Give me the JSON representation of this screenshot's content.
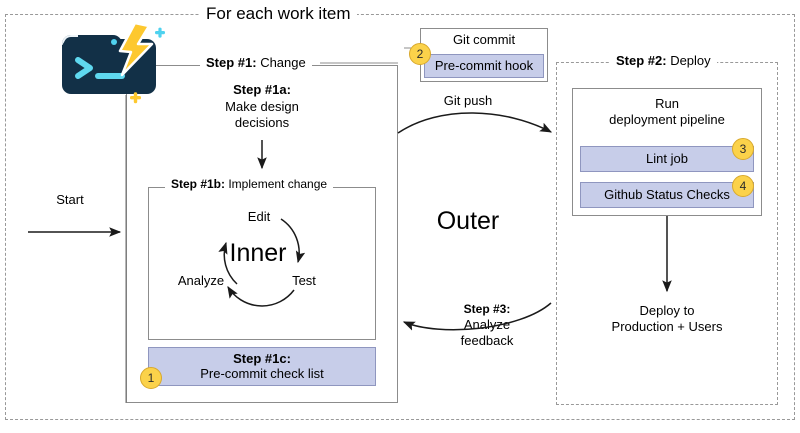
{
  "diagram": {
    "title": "For each work item",
    "outer_label": "Outer",
    "inner_label": "Inner",
    "start_label": "Start",
    "colors": {
      "lavender_fill": "#c7cde9",
      "lavender_border": "#8f96bf",
      "badge_fill": "#fbd24a",
      "badge_border": "#d9a92c",
      "terminal_body": "#123047",
      "terminal_prompt": "#5fd8ef",
      "bolt_yellow": "#fdc82f",
      "dashed_border": "#999999",
      "solid_border": "#8c8c8c",
      "text": "#000000"
    }
  },
  "icons": {
    "terminal": "terminal-icon",
    "lightning": "lightning-bolt-icon",
    "sparkle_cyan": "cyan-plus-sparkle-icon",
    "sparkle_yellow": "yellow-plus-sparkle-icon",
    "dot_cyan": "cyan-dot-icon"
  },
  "step1": {
    "label_bold": "Step #1:",
    "label_rest": " Change",
    "step1a": {
      "bold": "Step #1a:",
      "line1": "Make design",
      "line2": "decisions"
    },
    "step1b": {
      "bold": "Step #1b:",
      "rest": " Implement change",
      "cycle": {
        "edit": "Edit",
        "test": "Test",
        "analyze": "Analyze",
        "center": "Inner"
      }
    },
    "step1c": {
      "bold": "Step #1c:",
      "line2": "Pre-commit check list",
      "badge": "1"
    }
  },
  "git_commit": {
    "title": "Git commit",
    "hook_label": "Pre-commit hook",
    "badge": "2"
  },
  "git_push": {
    "label": "Git push"
  },
  "step2": {
    "label_bold": "Step #2:",
    "label_rest": " Deploy",
    "pipeline": {
      "line1": "Run",
      "line2": "deployment pipeline",
      "jobs": [
        {
          "label": "Lint job",
          "badge": "3"
        },
        {
          "label": "Github Status Checks",
          "badge": "4"
        }
      ]
    },
    "deploy_target": {
      "line1": "Deploy to",
      "line2": "Production + Users"
    }
  },
  "step3": {
    "bold": "Step #3:",
    "line2": "Analyze",
    "line3": "feedback"
  }
}
